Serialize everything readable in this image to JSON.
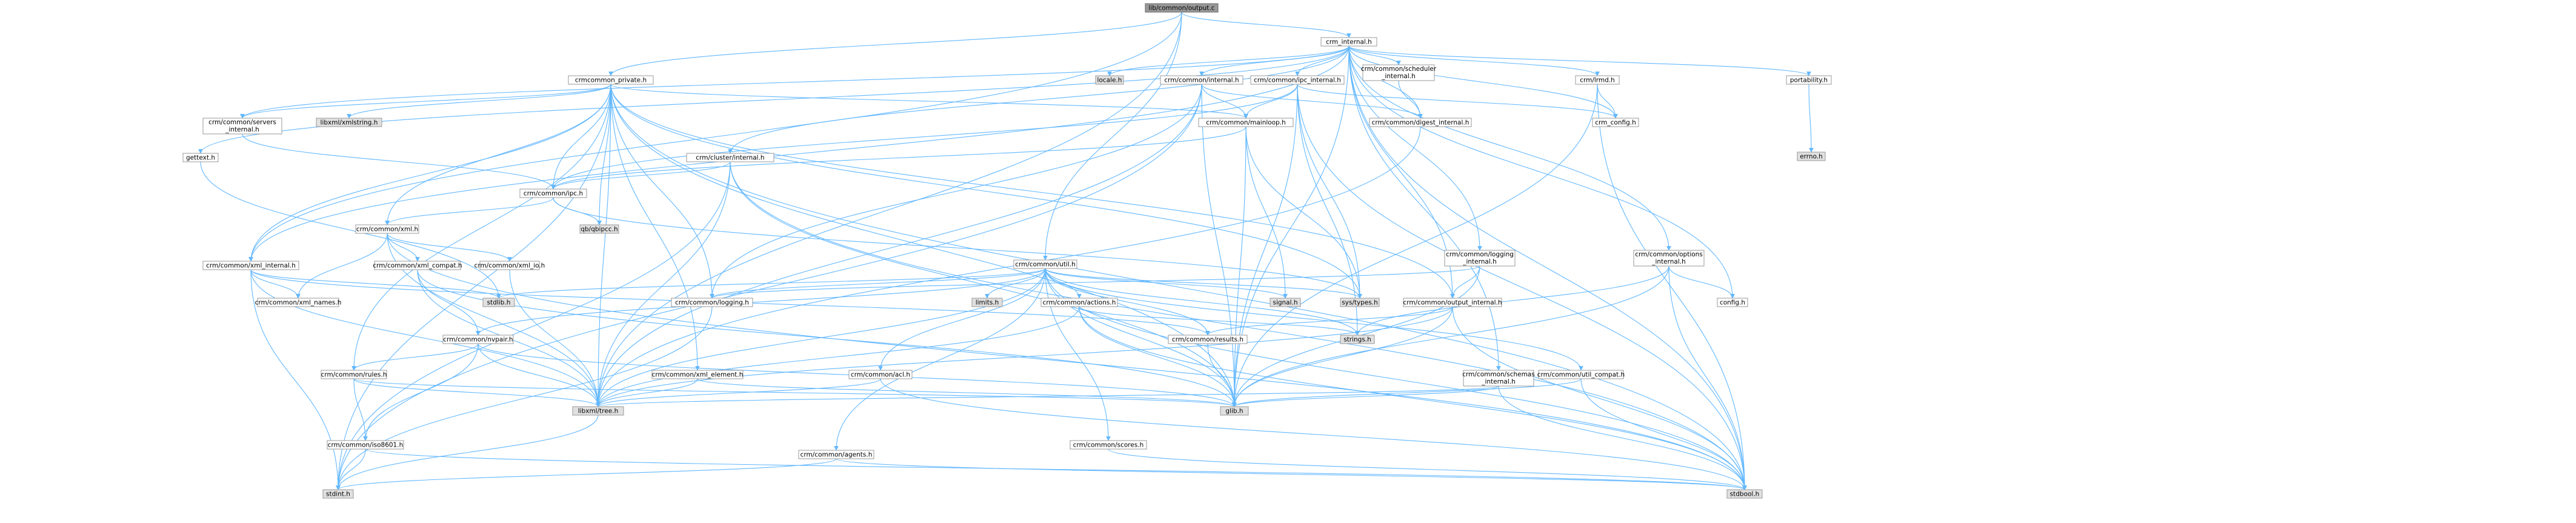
{
  "title": "lib/common/output.c",
  "colors": {
    "root_fill": "#999999",
    "documented_fill": "#ffffff",
    "external_fill": "#e0e0e0",
    "border_default": "#999999",
    "border_incomplete": "#ff0000",
    "edge": "#63b8ff"
  },
  "nodes": [
    {
      "id": "output_c",
      "label": "lib/common/output.c",
      "kind": "root"
    },
    {
      "id": "crm_internal",
      "label": "crm_internal.h",
      "kind": "doc"
    },
    {
      "id": "crmcommon_private",
      "label": "crmcommon_private.h",
      "kind": "doc"
    },
    {
      "id": "locale",
      "label": "locale.h",
      "kind": "ext"
    },
    {
      "id": "common_internal",
      "label": "crm/common/internal.h",
      "kind": "red"
    },
    {
      "id": "ipc_internal",
      "label": "crm/common/ipc_internal.h",
      "kind": "red"
    },
    {
      "id": "scheduler_internal",
      "label": "crm/common/scheduler_internal.h",
      "kind": "red"
    },
    {
      "id": "lrmd",
      "label": "crm/lrmd.h",
      "kind": "red"
    },
    {
      "id": "portability",
      "label": "portability.h",
      "kind": "doc"
    },
    {
      "id": "servers_internal",
      "label": "crm/common/servers_internal.h",
      "kind": "doc"
    },
    {
      "id": "xmlstring",
      "label": "libxml/xmlstring.h",
      "kind": "ext"
    },
    {
      "id": "mainloop",
      "label": "crm/common/mainloop.h",
      "kind": "red"
    },
    {
      "id": "digest_internal",
      "label": "crm/common/digest_internal.h",
      "kind": "doc"
    },
    {
      "id": "crm_config",
      "label": "crm_config.h",
      "kind": "doc"
    },
    {
      "id": "errno",
      "label": "errno.h",
      "kind": "ext"
    },
    {
      "id": "cluster_internal",
      "label": "crm/cluster/internal.h",
      "kind": "red"
    },
    {
      "id": "gettext",
      "label": "gettext.h",
      "kind": "red"
    },
    {
      "id": "ipc",
      "label": "crm/common/ipc.h",
      "kind": "red"
    },
    {
      "id": "qbipcc",
      "label": "qb/qbipcc.h",
      "kind": "ext"
    },
    {
      "id": "common_xml",
      "label": "crm/common/xml.h",
      "kind": "doc"
    },
    {
      "id": "xml_internal",
      "label": "crm/common/xml_internal.h",
      "kind": "red"
    },
    {
      "id": "xml_compat",
      "label": "crm/common/xml_compat.h",
      "kind": "red"
    },
    {
      "id": "xml_io",
      "label": "crm/common/xml_io.h",
      "kind": "doc"
    },
    {
      "id": "xml_names",
      "label": "crm/common/xml_names.h",
      "kind": "doc"
    },
    {
      "id": "stdlib",
      "label": "stdlib.h",
      "kind": "ext"
    },
    {
      "id": "util",
      "label": "crm/common/util.h",
      "kind": "doc"
    },
    {
      "id": "logging_internal",
      "label": "crm/common/logging_internal.h",
      "kind": "doc"
    },
    {
      "id": "options_internal",
      "label": "crm/common/options_internal.h",
      "kind": "doc"
    },
    {
      "id": "config",
      "label": "config.h",
      "kind": "doc"
    },
    {
      "id": "limits",
      "label": "limits.h",
      "kind": "ext"
    },
    {
      "id": "signal",
      "label": "signal.h",
      "kind": "ext"
    },
    {
      "id": "systypes",
      "label": "sys/types.h",
      "kind": "ext"
    },
    {
      "id": "logging",
      "label": "crm/common/logging.h",
      "kind": "red"
    },
    {
      "id": "actions",
      "label": "crm/common/actions.h",
      "kind": "red"
    },
    {
      "id": "output_internal",
      "label": "crm/common/output_internal.h",
      "kind": "red"
    },
    {
      "id": "nvpair",
      "label": "crm/common/nvpair.h",
      "kind": "red"
    },
    {
      "id": "strings",
      "label": "strings.h",
      "kind": "ext"
    },
    {
      "id": "results",
      "label": "crm/common/results.h",
      "kind": "red"
    },
    {
      "id": "xml_element",
      "label": "crm/common/xml_element.h",
      "kind": "red"
    },
    {
      "id": "rules",
      "label": "crm/common/rules.h",
      "kind": "red"
    },
    {
      "id": "acl",
      "label": "crm/common/acl.h",
      "kind": "doc"
    },
    {
      "id": "schemas_internal",
      "label": "crm/common/schemas_internal.h",
      "kind": "red"
    },
    {
      "id": "util_compat",
      "label": "crm/common/util_compat.h",
      "kind": "doc"
    },
    {
      "id": "libxml_tree",
      "label": "libxml/tree.h",
      "kind": "ext"
    },
    {
      "id": "glib",
      "label": "glib.h",
      "kind": "ext"
    },
    {
      "id": "iso8601",
      "label": "crm/common/iso8601.h",
      "kind": "red"
    },
    {
      "id": "scores",
      "label": "crm/common/scores.h",
      "kind": "red"
    },
    {
      "id": "agents",
      "label": "crm/common/agents.h",
      "kind": "doc"
    },
    {
      "id": "stdint",
      "label": "stdint.h",
      "kind": "ext"
    },
    {
      "id": "stdbool",
      "label": "stdbool.h",
      "kind": "ext"
    }
  ]
}
